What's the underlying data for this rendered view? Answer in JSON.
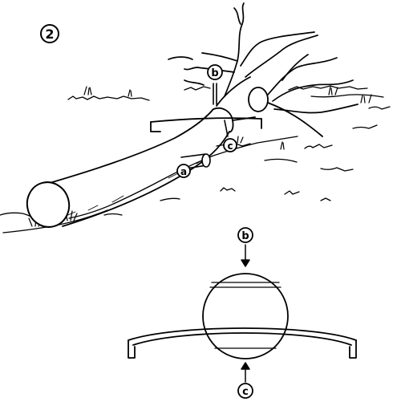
{
  "step_number": "2",
  "callouts": {
    "a": "a",
    "b": "b",
    "c": "c"
  },
  "detail_view": {
    "top_marker": "b",
    "bottom_marker": "c"
  },
  "colors": {
    "ink": "#000000",
    "paper": "#ffffff"
  }
}
